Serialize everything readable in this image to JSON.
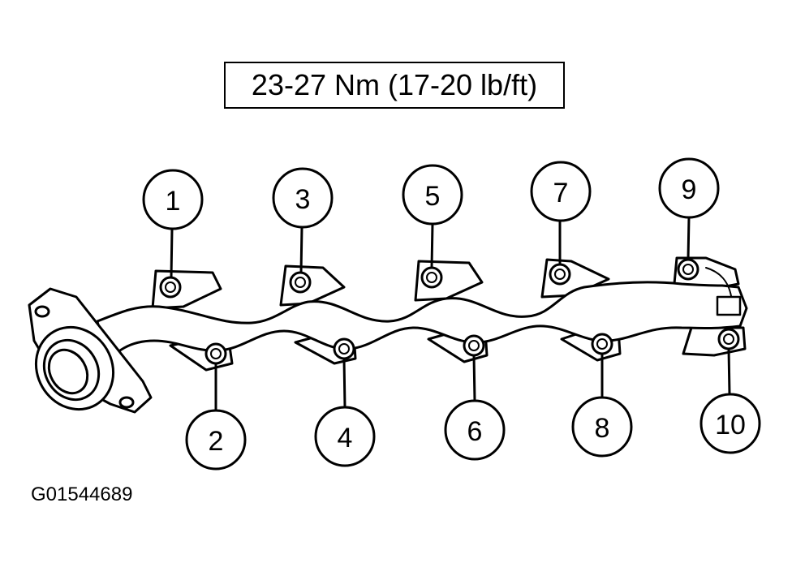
{
  "torque_spec": "23-27 Nm (17-20 lb/ft)",
  "figure_id": "G01544689",
  "bolt_callouts": [
    {
      "label": "1"
    },
    {
      "label": "2"
    },
    {
      "label": "3"
    },
    {
      "label": "4"
    },
    {
      "label": "5"
    },
    {
      "label": "6"
    },
    {
      "label": "7"
    },
    {
      "label": "8"
    },
    {
      "label": "9"
    },
    {
      "label": "10"
    }
  ],
  "colors": {
    "line": "#000000",
    "background": "#ffffff"
  }
}
